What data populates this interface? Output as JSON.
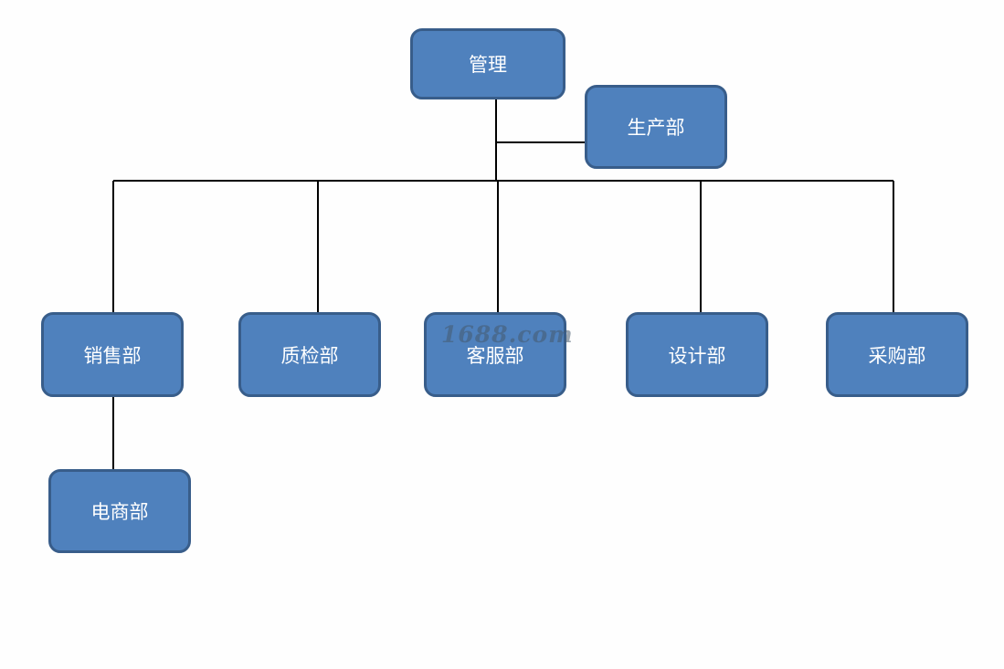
{
  "colors": {
    "box_fill": "#4f81bd",
    "box_border": "#385d8a",
    "line": "#000000",
    "text": "#ffffff"
  },
  "nodes": {
    "management": "管理",
    "production": "生产部",
    "sales": "销售部",
    "quality": "质检部",
    "customer_service": "客服部",
    "design": "设计部",
    "purchasing": "采购部",
    "ecommerce": "电商部"
  },
  "watermark": "1688.com"
}
